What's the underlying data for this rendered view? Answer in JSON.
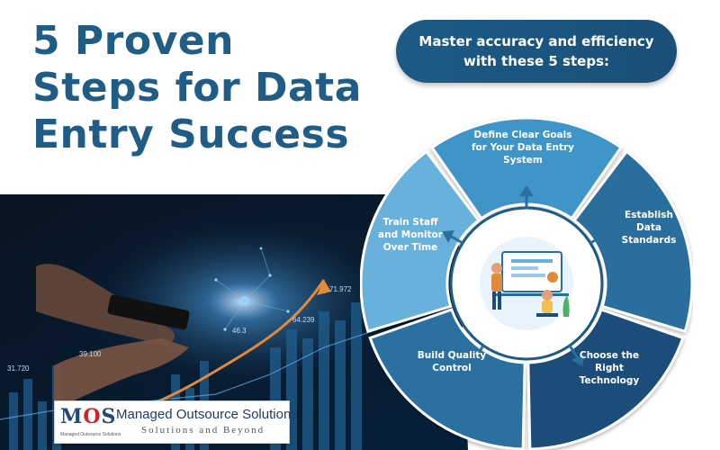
{
  "title": "5 Proven Steps for Data Entry Success",
  "banner": "Master accuracy and efficiency with these 5 steps:",
  "steps": [
    {
      "label": "Define Clear Goals for Your Data Entry System"
    },
    {
      "label": "Establish Data Standards"
    },
    {
      "label": "Choose the Right Technology"
    },
    {
      "label": "Build Quality Control"
    },
    {
      "label": "Train Staff and Monitor Over Time"
    }
  ],
  "photo": {
    "chart_values": [
      "71.972",
      "64.239",
      "46.3",
      "39.100",
      "31.720"
    ]
  },
  "logo": {
    "mark_m": "M",
    "mark_o": "O",
    "mark_s": "S",
    "subtext": "Managed Outsource Solutions",
    "name": "Managed Outsource Solutions",
    "tagline": "Solutions and Beyond"
  },
  "colors": {
    "title": "#1f5d86",
    "segment_1": "#3f95c8",
    "segment_2": "#2a6e9d",
    "segment_3": "#1c4d7a",
    "segment_4": "#2c6fa0",
    "segment_5": "#67b1dc",
    "banner": "#1c5b86"
  },
  "icons": [
    "up-arrow-icon",
    "right-arrow-icon",
    "down-arrow-icon",
    "left-arrow-icon",
    "office-illustration-icon"
  ]
}
